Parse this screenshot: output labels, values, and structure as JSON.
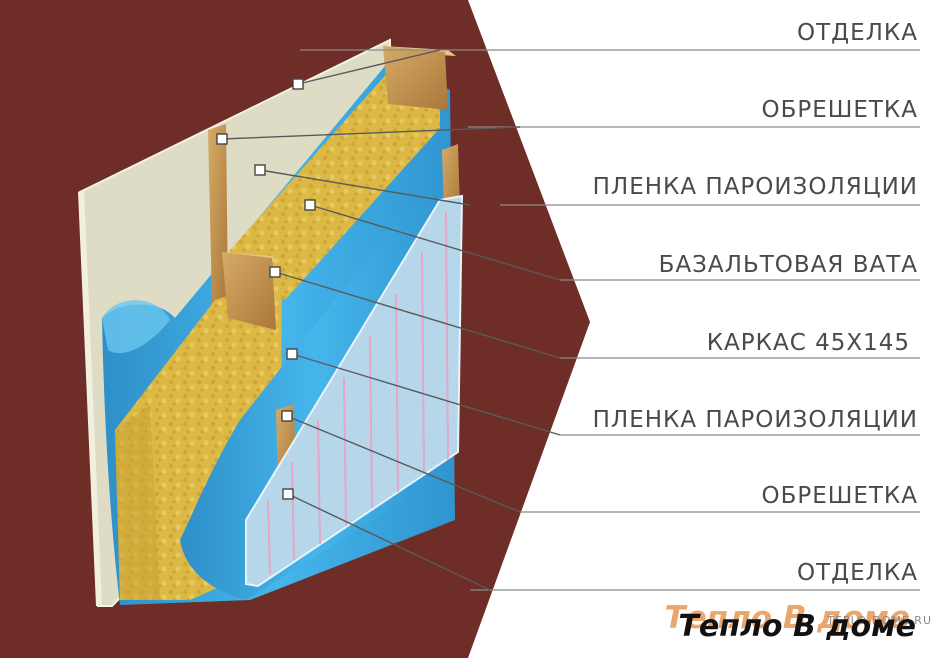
{
  "colors": {
    "background_panel": "#6e2d26",
    "drywall": "#dedcc4",
    "membrane": "#37a9e4",
    "insulation": "#dcb845",
    "timber": "#c79a55",
    "cladding": "#b6d7ea",
    "leader_line": "#555555",
    "label_text": "#4a4a4a"
  },
  "layers": [
    {
      "label": "ОТДЕЛКА"
    },
    {
      "label": "ОБРЕШЕТКА"
    },
    {
      "label": "ПЛЕНКА ПАРОИЗОЛЯЦИИ"
    },
    {
      "label": "БАЗАЛЬТОВАЯ ВАТА"
    },
    {
      "label": "КАРКАС 45Х145"
    },
    {
      "label": "ПЛЕНКА ПАРОИЗОЛЯЦИИ"
    },
    {
      "label": "ОБРЕШЕТКА"
    },
    {
      "label": "ОТДЕЛКА"
    }
  ],
  "watermark": {
    "text": "Тепло В доме",
    "site": "TEPLO-DOME.RU"
  }
}
